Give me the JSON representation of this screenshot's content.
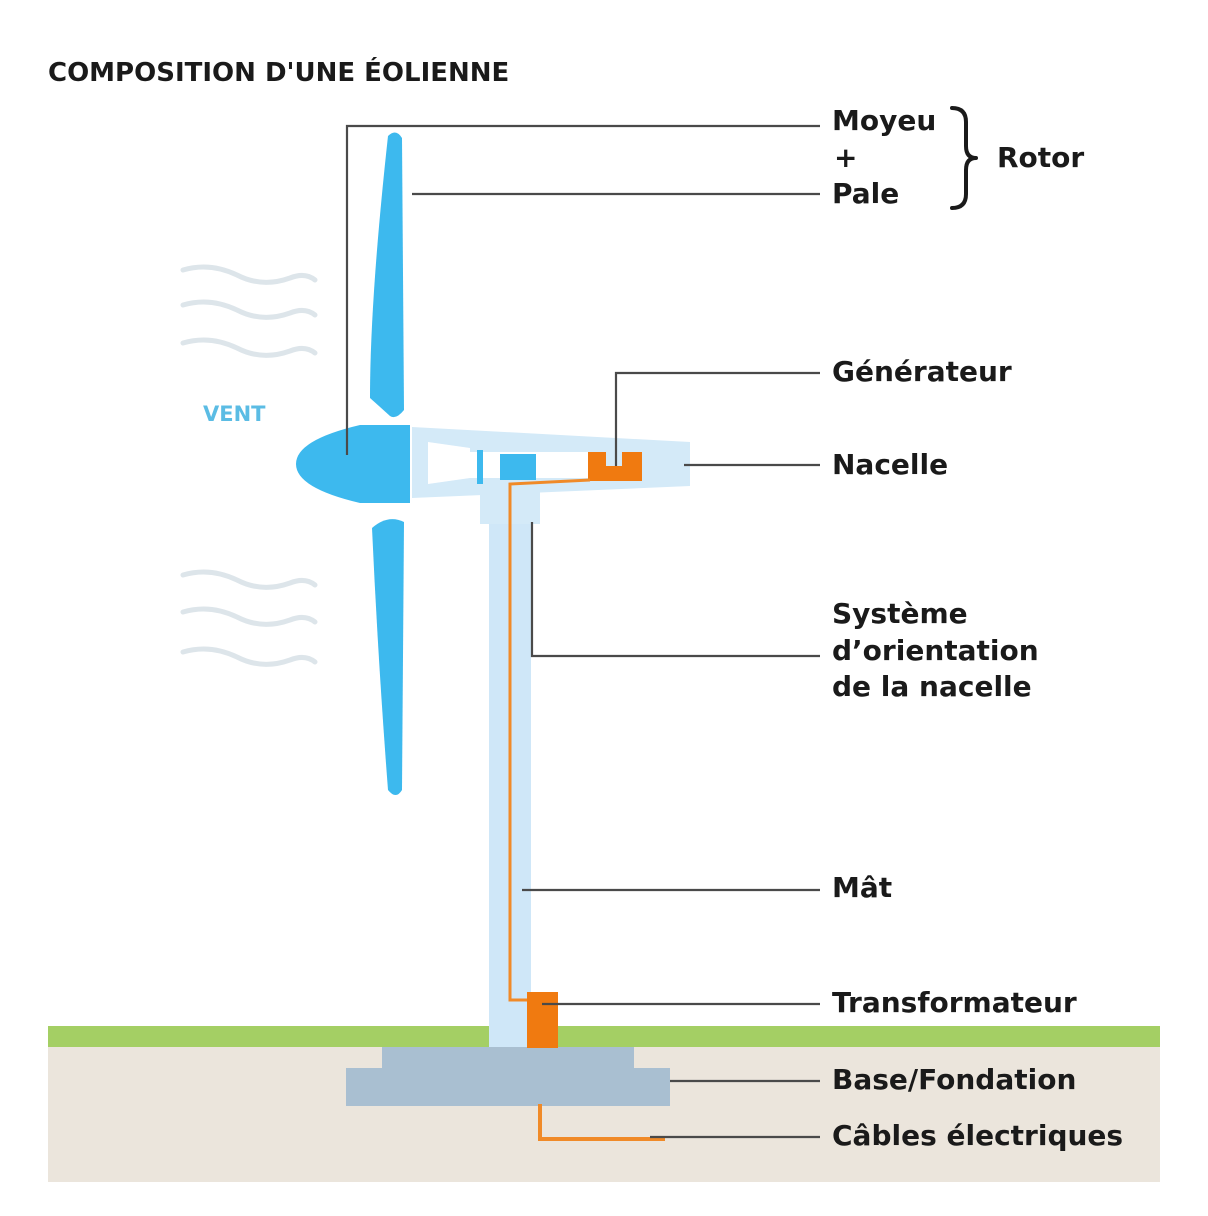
{
  "title": "COMPOSITION D'UNE ÉOLIENNE",
  "wind_label": "VENT",
  "colors": {
    "blade_blue": "#3db9ee",
    "nacelle_light_blue": "#d4eaf8",
    "mast_light_blue": "#cfe7f8",
    "generator_orange": "#f07a10",
    "cable_orange": "#f08a28",
    "ground_green": "#a4cf64",
    "soil_beige": "#ebe5dc",
    "foundation_gray_blue": "#a9bfd1",
    "wind_lines": "#dde5ea",
    "leader_lines": "#4a4a4a",
    "text": "#1a1a1a"
  },
  "labels": {
    "moyeu": "Moyeu",
    "plus": "+",
    "pale": "Pale",
    "rotor": "Rotor",
    "generateur": "Générateur",
    "nacelle": "Nacelle",
    "orientation_line1": "Système",
    "orientation_line2": "d’orientation",
    "orientation_line3": "de la nacelle",
    "mat": "Mât",
    "transformateur": "Transformateur",
    "base": "Base/Fondation",
    "cables": "Câbles électriques"
  }
}
